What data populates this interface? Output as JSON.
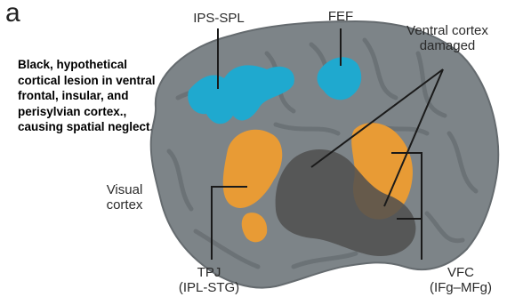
{
  "panel_letter": "a",
  "caption": "Black, hypothetical cortical lesion in ventral frontal, insular, and perisylvian cortex., causing spatial neglect.",
  "labels": {
    "ips_spl": "IPS-SPL",
    "fef": "FEF",
    "ventral_line1": "Ventral cortex",
    "ventral_line2": "damaged",
    "visual_line1": "Visual",
    "visual_line2": "cortex",
    "tpj_line1": "TPJ",
    "tpj_line2": "(IPL-STG)",
    "vfc_line1": "VFC",
    "vfc_line2": "(IFg–MFg)"
  },
  "colors": {
    "cortex": "#7d8488",
    "dorsal_regions": "#1fa9cf",
    "ventral_regions": "#e89b35",
    "lesion": "#4f4f4f"
  }
}
